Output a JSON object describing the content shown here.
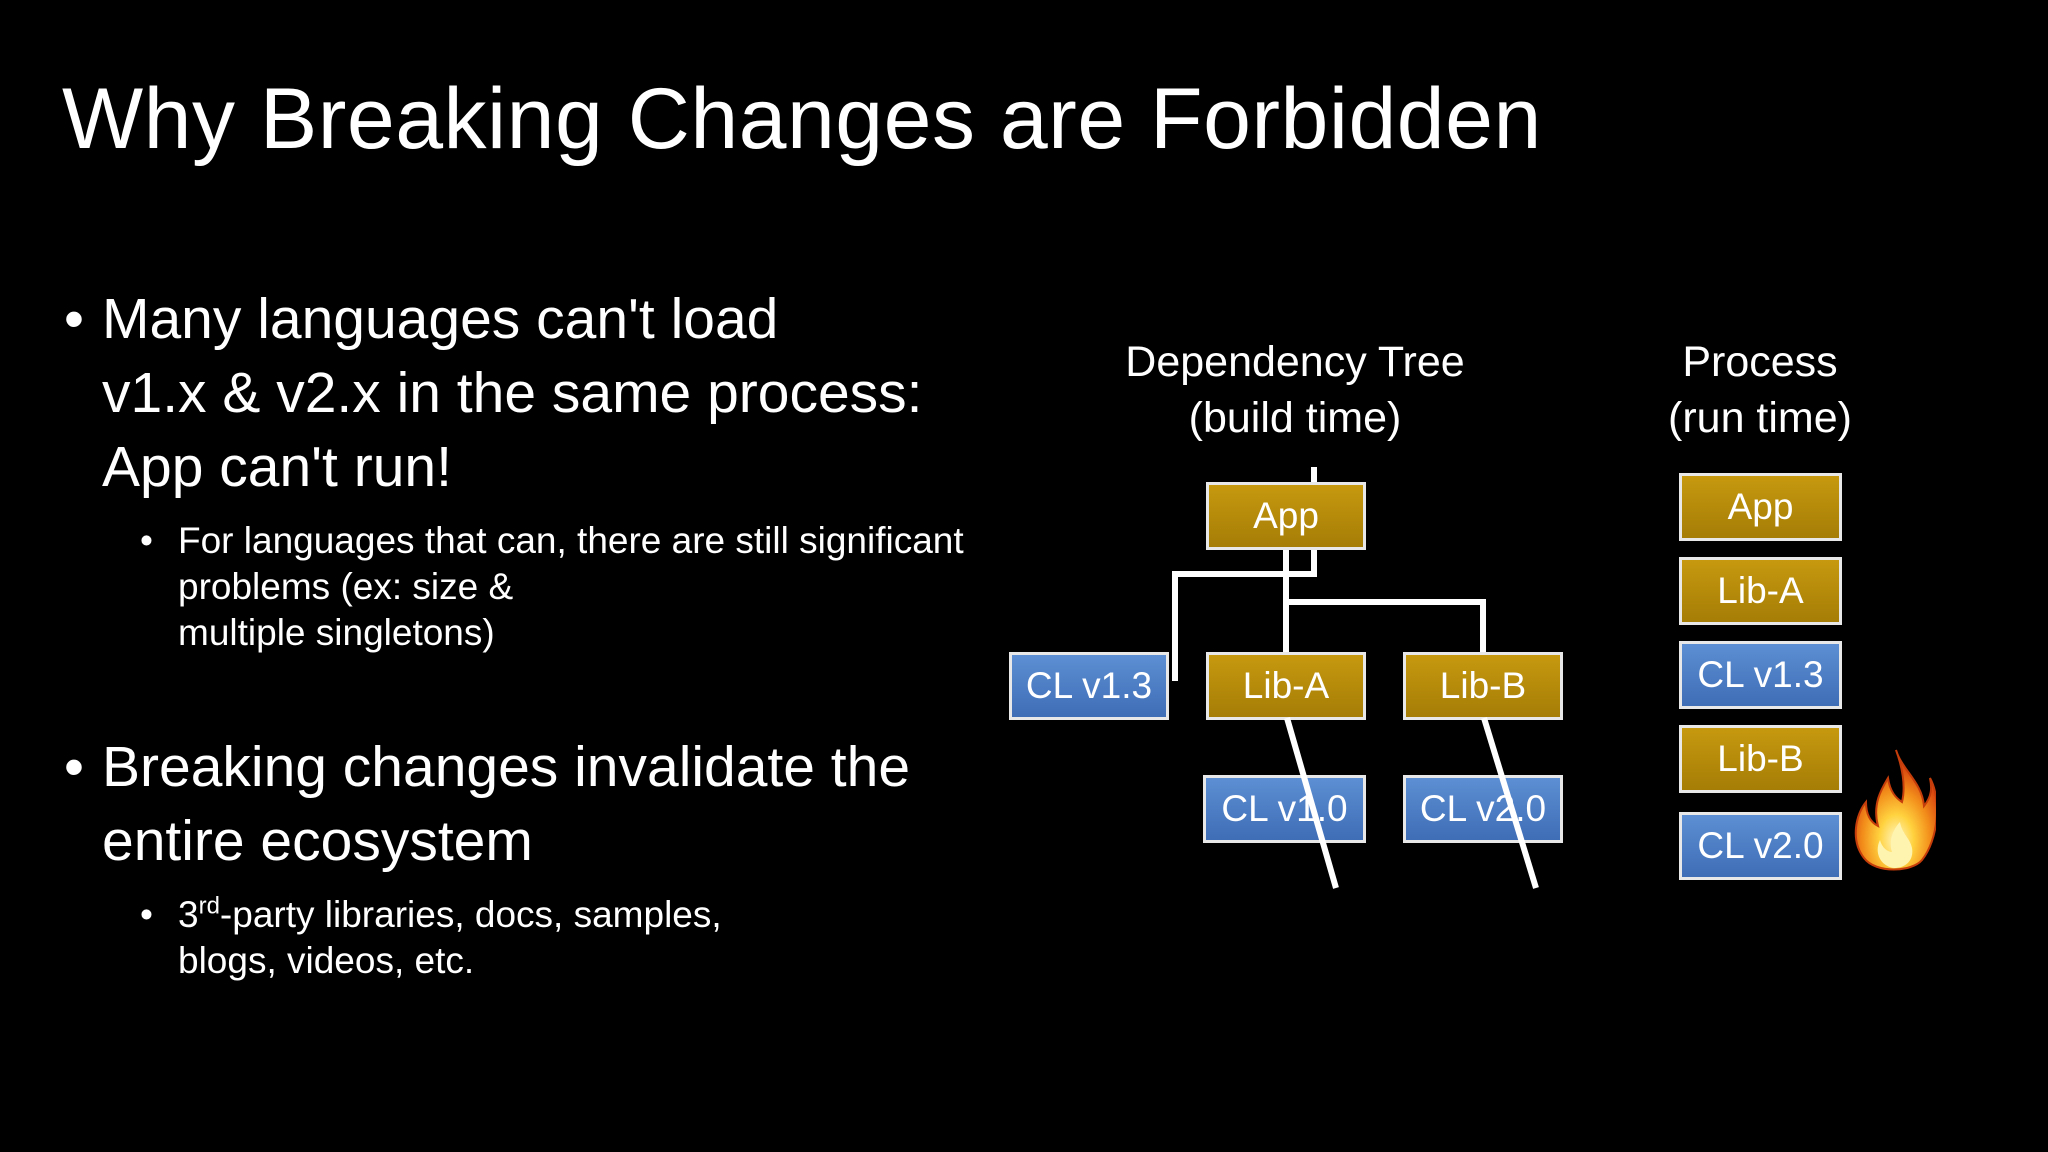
{
  "slide": {
    "title": "Why Breaking Changes are Forbidden",
    "bullets": [
      {
        "text_lines": [
          "Many languages can't load",
          "v1.x & v2.x in the same process:",
          "App can't run!"
        ],
        "sub": {
          "lines": [
            "For languages that can, there are still significant",
            "problems (ex: size &",
            "multiple singletons)"
          ]
        }
      },
      {
        "text_lines": [
          "Breaking changes invalidate the",
          "entire ecosystem"
        ],
        "sub": {
          "num": "3",
          "sup": "rd",
          "line1_rest": "-party libraries, docs, samples,",
          "line2": "blogs, videos, etc."
        }
      }
    ],
    "bullet_glyph": "•"
  },
  "diagram": {
    "tree_heading": [
      "Dependency Tree",
      "(build time)"
    ],
    "process_heading": [
      "Process",
      "(run time)"
    ],
    "tree_nodes": {
      "app": "App",
      "cl13": "CL v1.3",
      "liba": "Lib-A",
      "libb": "Lib-B",
      "cl10": "CL v1.0",
      "cl20": "CL v2.0"
    },
    "process_stack": [
      "App",
      "Lib-A",
      "CL v1.3",
      "Lib-B",
      "CL v2.0"
    ],
    "fire_icon": "fire-icon",
    "colors": {
      "gold": "#b88b0b",
      "blue": "#4a7cc4",
      "line": "#ffffff",
      "fire": "#f28c1a"
    }
  }
}
